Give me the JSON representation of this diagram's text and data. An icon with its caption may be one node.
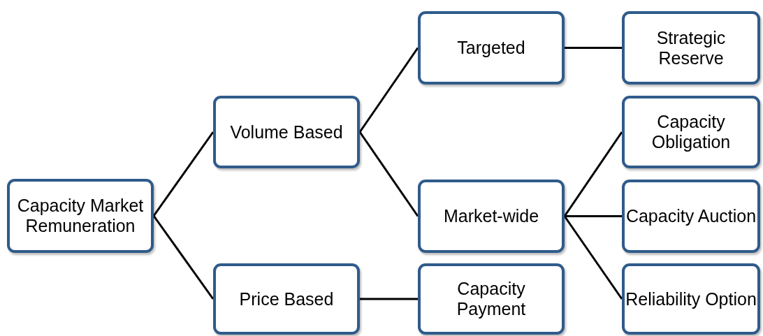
{
  "diagram": {
    "nodes": [
      {
        "text": [
          "Capacity Market Remuneration"
        ]
      },
      {
        "text": [
          "Volume Based"
        ]
      },
      {
        "text": [
          "Price Based"
        ]
      },
      {
        "text": [
          "Targeted"
        ]
      },
      {
        "text": [
          "Market-wide"
        ]
      },
      {
        "text": [
          "Capacity Payment"
        ]
      },
      {
        "text": [
          "Strategic Reserve"
        ]
      },
      {
        "text": [
          "Capacity Obligation"
        ]
      },
      {
        "text": [
          "Capacity Auction"
        ]
      },
      {
        "text": [
          "Reliability Option"
        ]
      }
    ],
    "edges": [
      {
        "from": 0,
        "to": 1,
        "arrow": "none"
      },
      {
        "from": 0,
        "to": 2,
        "arrow": "none"
      },
      {
        "from": 1,
        "to": 3,
        "arrow": "none"
      },
      {
        "from": 1,
        "to": 4,
        "arrow": "none"
      },
      {
        "from": 2,
        "to": 5,
        "arrow": "none"
      },
      {
        "from": 3,
        "to": 6,
        "arrow": "none"
      },
      {
        "from": 4,
        "to": 7,
        "arrow": "none"
      },
      {
        "from": 4,
        "to": 8,
        "arrow": "none"
      },
      {
        "from": 4,
        "to": 9,
        "arrow": "none"
      }
    ]
  }
}
